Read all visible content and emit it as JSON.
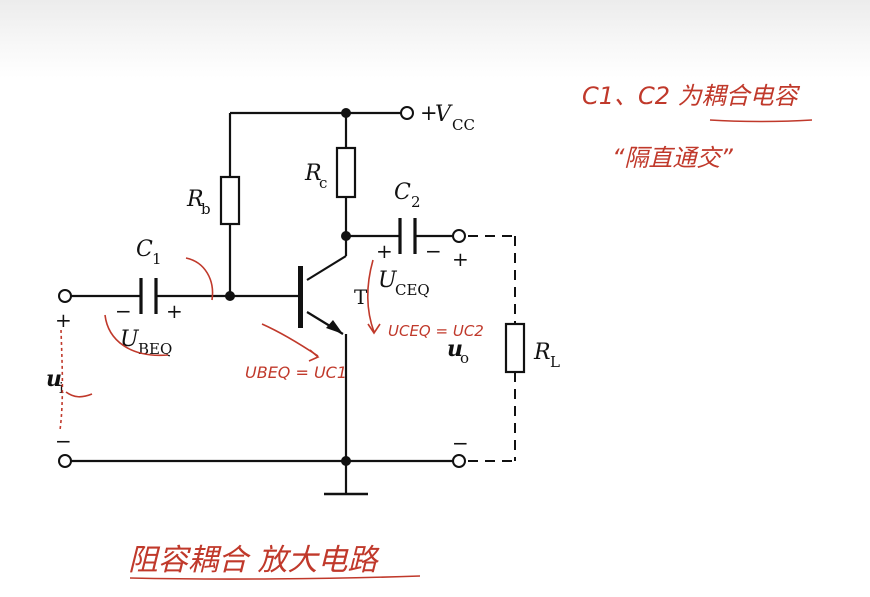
{
  "circuit": {
    "vcc_label": "V",
    "vcc_sub": "CC",
    "vcc_plus": "+",
    "rb": {
      "main": "R",
      "sub": "b"
    },
    "rc": {
      "main": "R",
      "sub": "c"
    },
    "rl": {
      "main": "R",
      "sub": "L"
    },
    "c1": {
      "main": "C",
      "sub": "1"
    },
    "c2": {
      "main": "C",
      "sub": "2"
    },
    "transistor": "T",
    "ubeq": {
      "main": "U",
      "sub": "BEQ"
    },
    "uceq": {
      "main": "U",
      "sub": "CEQ"
    },
    "ui": {
      "main": "u",
      "sub": "i"
    },
    "uo": {
      "main": "u",
      "sub": "o"
    },
    "c1_minus": "−",
    "c1_plus": "+",
    "c2_plus": "+",
    "c2_minus": "−",
    "ui_plus": "+",
    "ui_minus": "−",
    "uo_plus": "+",
    "uo_minus": "−"
  },
  "annotations": {
    "coupling_note": "C1、C2 为耦合电容",
    "block_dc_note": "“隔直通交”",
    "ubeq_eq": "UBEQ = UC1",
    "uceq_eq": "UCEQ = UC2",
    "title_note": "阻容耦合 放大电路"
  },
  "colors": {
    "wire": "#111111",
    "annotation": "#c0392b",
    "background": "#ffffff"
  }
}
